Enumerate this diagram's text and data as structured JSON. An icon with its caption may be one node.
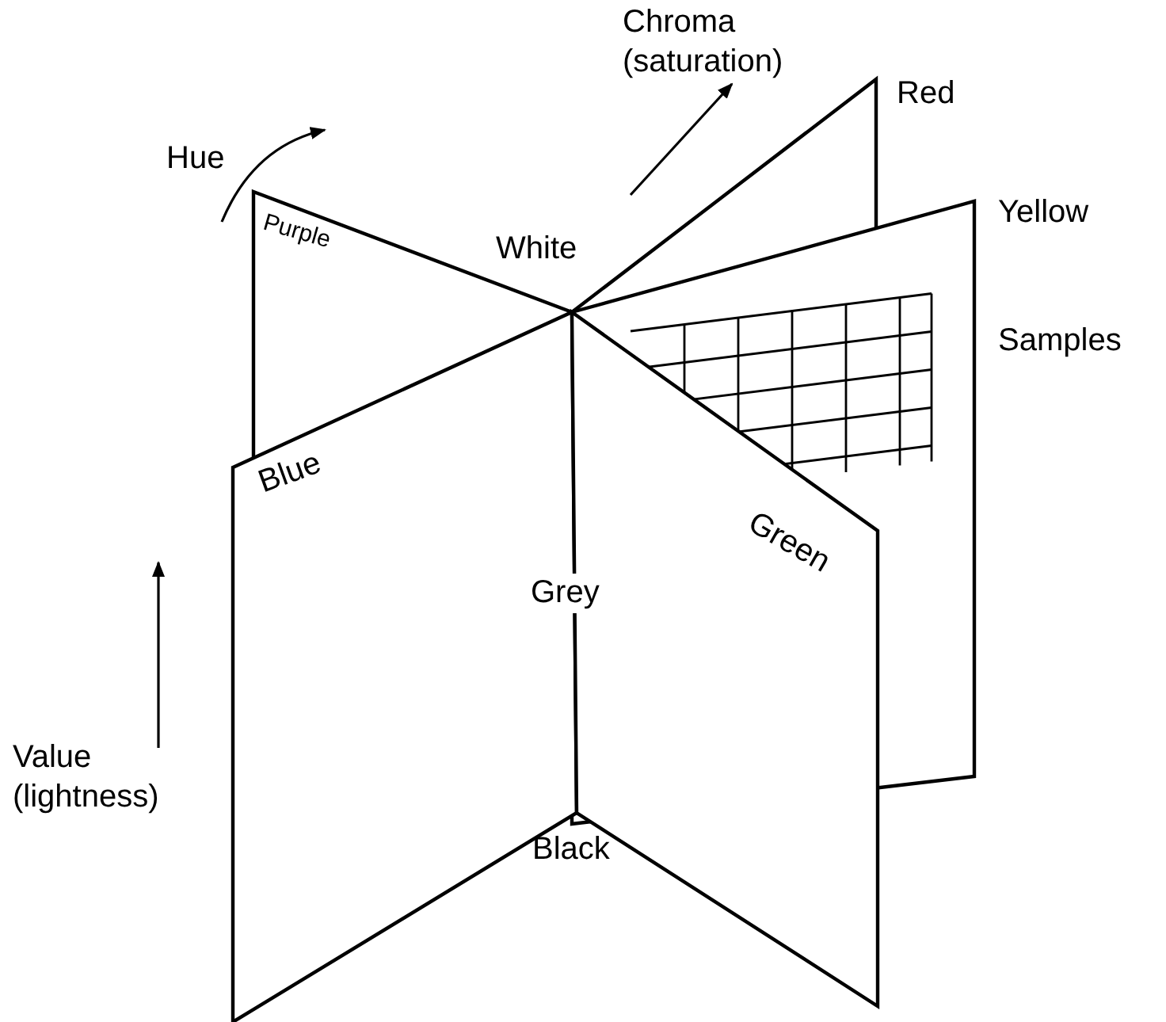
{
  "diagram": {
    "labels": [
      "Chroma (saturation)",
      "Hue",
      "Red",
      "Yellow",
      "Purple",
      "White",
      "Samples",
      "Blue",
      "Green",
      "Grey",
      "Value (lightness)",
      "Black"
    ]
  }
}
